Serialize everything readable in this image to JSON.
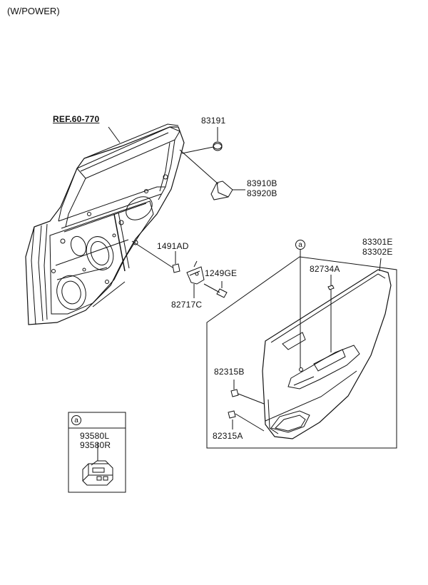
{
  "header": {
    "variant": "(W/POWER)"
  },
  "reference": {
    "label": "REF.60-770"
  },
  "parts": {
    "p83191": "83191",
    "p83910B": "83910B",
    "p83920B": "83920B",
    "p1491AD": "1491AD",
    "p1249GE": "1249GE",
    "p82717C": "82717C",
    "p83301E": "83301E",
    "p83302E": "83302E",
    "p82734A": "82734A",
    "p82315B": "82315B",
    "p82315A": "82315A",
    "p93580L": "93580L",
    "p93580R": "93580R"
  },
  "callouts": {
    "marker": "a",
    "detail_marker": "a"
  }
}
